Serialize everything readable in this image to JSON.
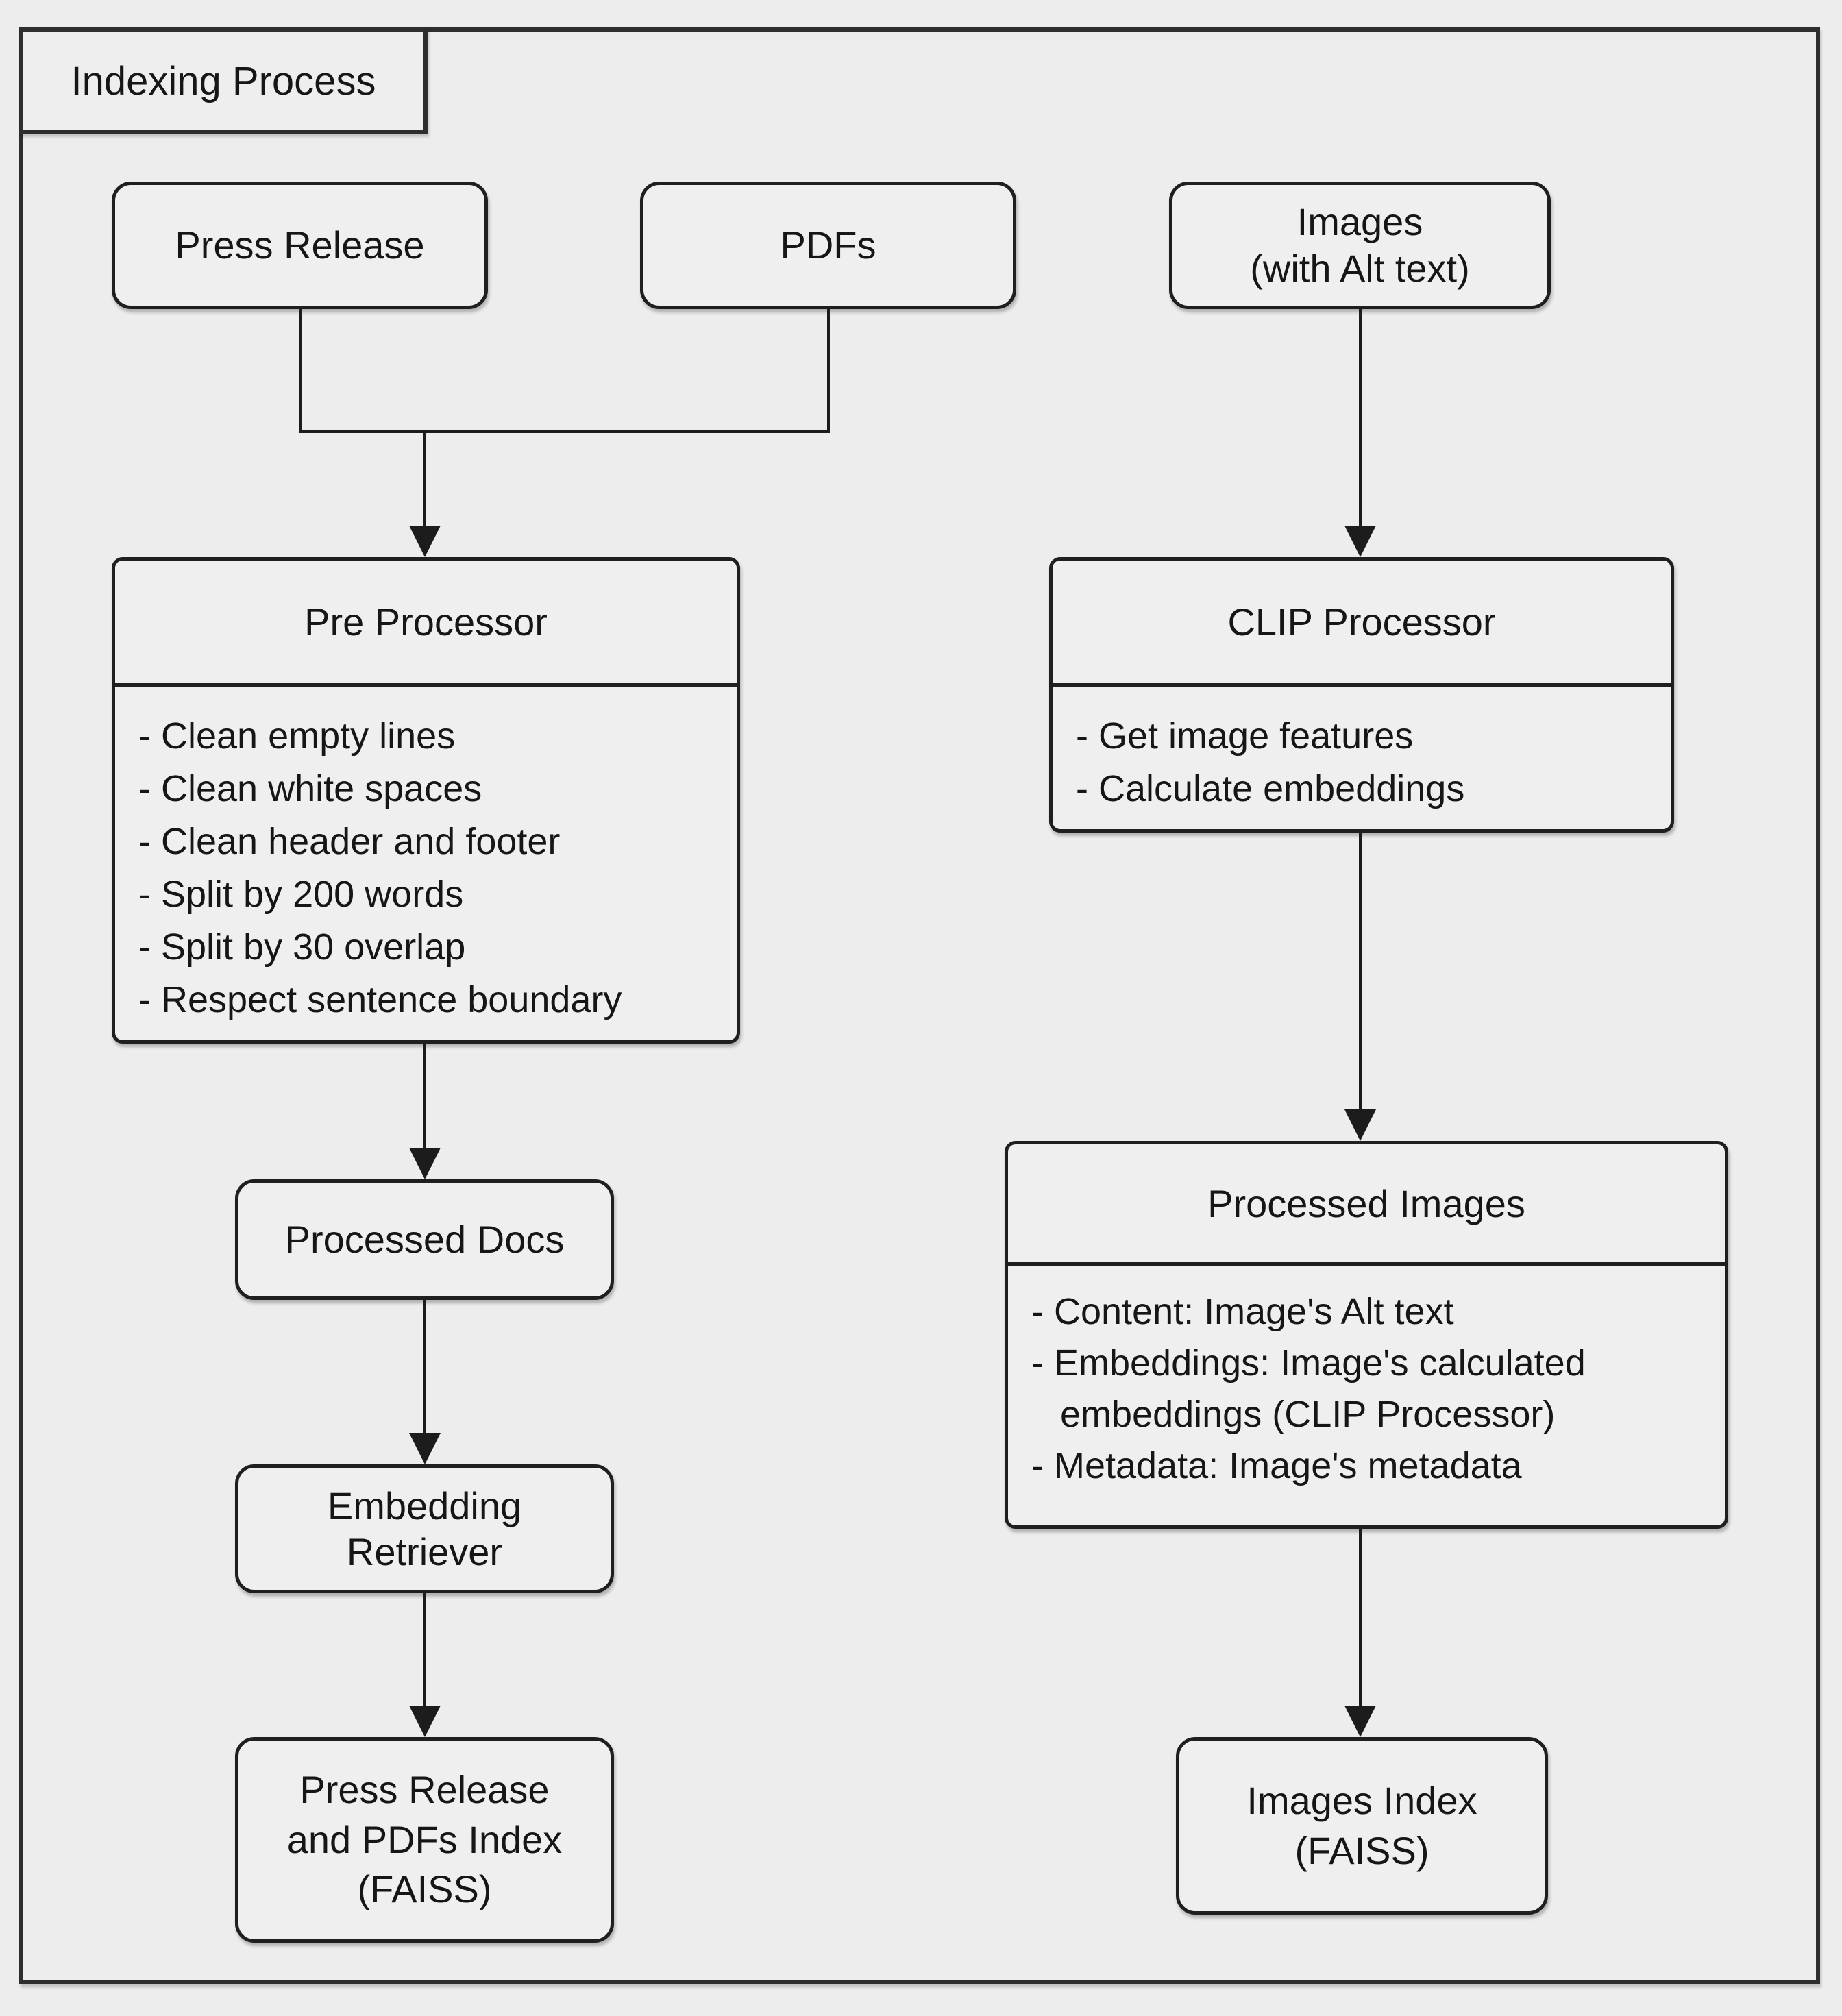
{
  "diagram": {
    "title": "Indexing Process",
    "colors": {
      "background": "#ededed",
      "node_fill": "#efefef",
      "stroke": "#1f1f1f",
      "text": "#161616"
    },
    "nodes": {
      "press_release": {
        "label": "Press Release"
      },
      "pdfs": {
        "label": "PDFs"
      },
      "images": {
        "label": "Images\n(with Alt text)"
      },
      "pre_processor": {
        "title": "Pre Processor",
        "items": [
          "- Clean empty lines",
          "- Clean white spaces",
          "- Clean header and footer",
          "- Split by 200 words",
          "- Split by 30 overlap",
          "- Respect sentence boundary"
        ]
      },
      "clip_processor": {
        "title": "CLIP Processor",
        "items": [
          "- Get image features",
          "- Calculate embeddings"
        ]
      },
      "processed_docs": {
        "label": "Processed Docs"
      },
      "processed_images": {
        "title": "Processed Images",
        "items": [
          "- Content: Image's Alt text",
          "- Embeddings: Image's calculated embeddings (CLIP Processor)",
          "- Metadata: Image's metadata"
        ]
      },
      "embedding_retriever": {
        "label": "Embedding\nRetriever"
      },
      "press_release_pdfs_index": {
        "label": "Press Release\nand PDFs Index\n(FAISS)"
      },
      "images_index": {
        "label": "Images Index\n(FAISS)"
      }
    }
  }
}
